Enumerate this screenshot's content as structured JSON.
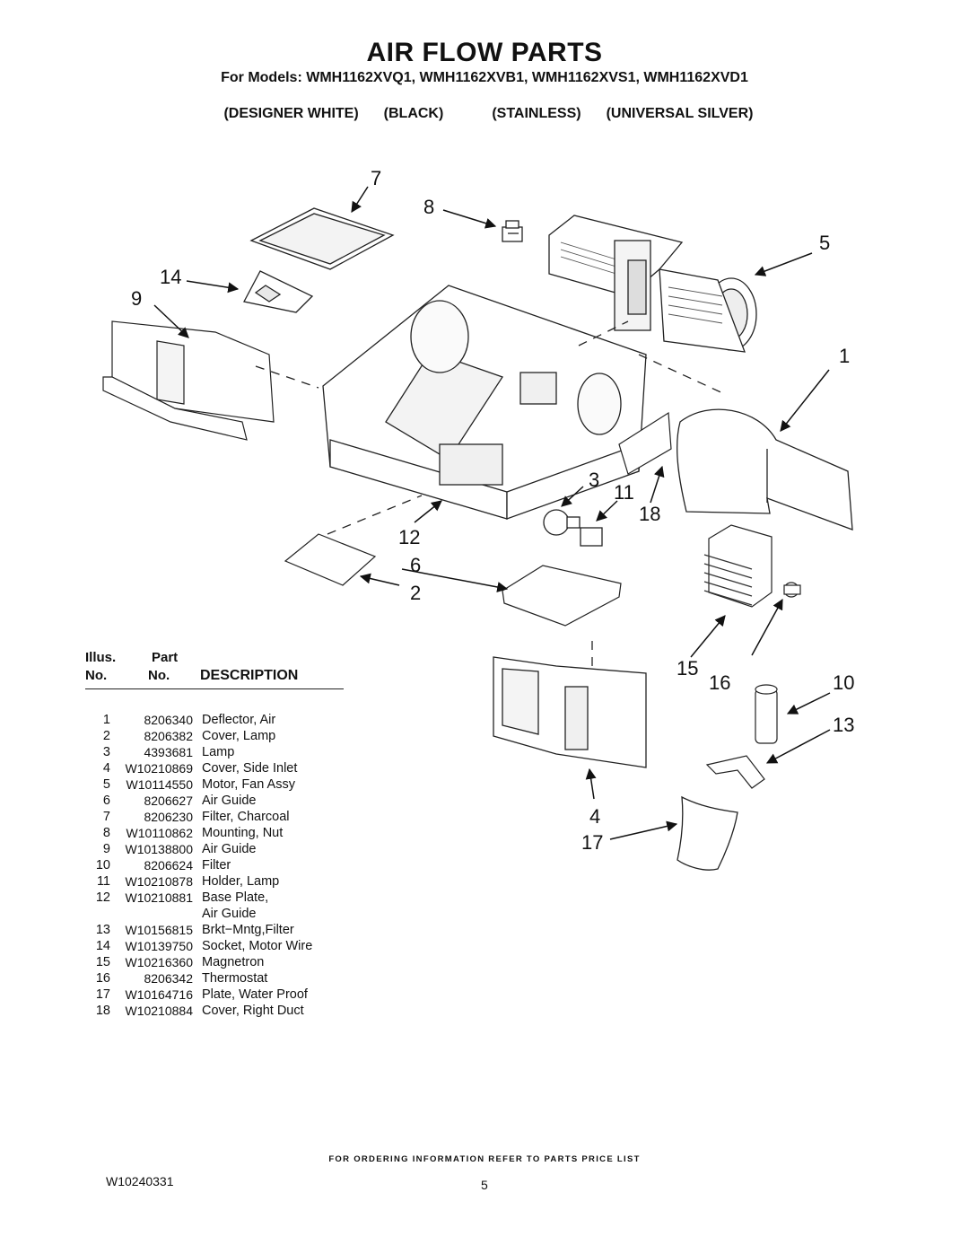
{
  "header": {
    "title": "AIR FLOW PARTS",
    "models": "For Models: WMH1162XVQ1, WMH1162XVB1, WMH1162XVS1, WMH1162XVD1",
    "finishes": [
      "(DESIGNER WHITE)",
      "(BLACK)",
      "(STAINLESS)",
      "(UNIVERSAL SILVER)"
    ]
  },
  "callouts": [
    "7",
    "8",
    "5",
    "14",
    "9",
    "1",
    "3",
    "11",
    "18",
    "12",
    "6",
    "2",
    "15",
    "16",
    "10",
    "13",
    "4",
    "17"
  ],
  "legend": {
    "col1_line1": "Illus.",
    "col1_line2": "No.",
    "col2_line1": "Part",
    "col2_line2": "No.",
    "col3": "DESCRIPTION"
  },
  "parts": [
    {
      "no": "1",
      "part": "8206340",
      "desc": "Deflector, Air"
    },
    {
      "no": "2",
      "part": "8206382",
      "desc": "Cover, Lamp"
    },
    {
      "no": "3",
      "part": "4393681",
      "desc": "Lamp"
    },
    {
      "no": "4",
      "part": "W10210869",
      "desc": "Cover, Side Inlet"
    },
    {
      "no": "5",
      "part": "W10114550",
      "desc": "Motor, Fan Assy"
    },
    {
      "no": "6",
      "part": "8206627",
      "desc": "Air Guide"
    },
    {
      "no": "7",
      "part": "8206230",
      "desc": "Filter, Charcoal"
    },
    {
      "no": "8",
      "part": "W10110862",
      "desc": "Mounting, Nut"
    },
    {
      "no": "9",
      "part": "W10138800",
      "desc": "Air Guide"
    },
    {
      "no": "10",
      "part": "8206624",
      "desc": "Filter"
    },
    {
      "no": "11",
      "part": "W10210878",
      "desc": "Holder, Lamp"
    },
    {
      "no": "12",
      "part": "W10210881",
      "desc": "Base Plate,"
    },
    {
      "no": "",
      "part": "",
      "desc": "Air Guide"
    },
    {
      "no": "13",
      "part": "W10156815",
      "desc": "Brkt−Mntg,Filter"
    },
    {
      "no": "14",
      "part": "W10139750",
      "desc": "Socket, Motor Wire"
    },
    {
      "no": "15",
      "part": "W10216360",
      "desc": "Magnetron"
    },
    {
      "no": "16",
      "part": "8206342",
      "desc": "Thermostat"
    },
    {
      "no": "17",
      "part": "W10164716",
      "desc": "Plate, Water Proof"
    },
    {
      "no": "18",
      "part": "W10210884",
      "desc": "Cover, Right Duct"
    }
  ],
  "footer": {
    "note": "FOR ORDERING INFORMATION REFER TO PARTS PRICE LIST",
    "doc_number": "W10240331",
    "page": "5"
  }
}
